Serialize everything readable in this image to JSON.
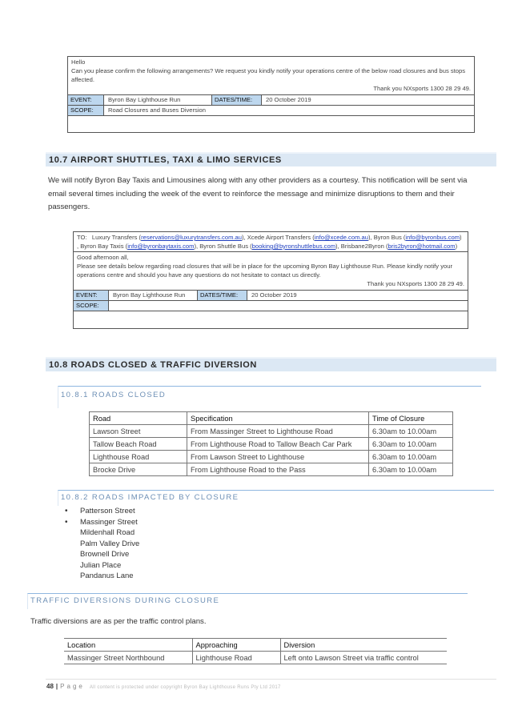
{
  "email_box_1": {
    "greeting": "Hello",
    "body": "Can you please confirm the following arrangements?  We request you kindly notify your operations centre of the below road closures and bus stops affected.",
    "thanks": "Thank you NXsports 1300 28 29 49.",
    "event_label": "EVENT:",
    "event_value": "Byron Bay Lighthouse Run",
    "dates_label": "DATES/TIME:",
    "dates_value": "20 October 2019",
    "scope_label": "SCOPE:",
    "scope_value": "Road Closures and Buses Diversion"
  },
  "section_10_7": {
    "heading": "10.7  AIRPORT SHUTTLES, TAXI & LIMO SERVICES",
    "paragraph": "We will notify Byron Bay Taxis and Limousines along with any other providers as a courtesy. This notification will be sent via email several times including the week of the event to reinforce the message and minimize disruptions to them and their passengers."
  },
  "email_box_2": {
    "to_label": "TO:",
    "recipients": [
      {
        "name": "Luxury Transfers",
        "email": "reservations@luxurytransfers.com.au"
      },
      {
        "name": "Xcede Airport Transfers",
        "email": "info@xcede.com.au"
      },
      {
        "name": "Byron Bus",
        "email": "info@byronbus.com"
      },
      {
        "name": "Byron Bay Taxis",
        "email": "info@byronbaytaxis.com"
      },
      {
        "name": "Byron Shuttle Bus",
        "email": "booking@byronshuttlebus.com"
      },
      {
        "name": "Brisbane2Byron",
        "email": "bris2byron@hotmail.com"
      }
    ],
    "greeting": "Good afternoon all,",
    "body": "Please see details below regarding road closures that will be in place for the upcoming Byron Bay Lighthouse Run.  Please kindly notify your operations centre and should you have any questions do not hesitate to contact us directly.",
    "thanks": "Thank you NXsports 1300 28 29 49.",
    "event_label": "EVENT:",
    "event_value": "Byron Bay Lighthouse Run",
    "dates_label": "DATES/TIME:",
    "dates_value": "20 October 2019",
    "scope_label": "SCOPE:",
    "scope_value": ""
  },
  "section_10_8": {
    "heading": "10.8  ROADS CLOSED & TRAFFIC DIVERSION",
    "sub_10_8_1": {
      "heading": "10.8.1  ROADS CLOSED",
      "columns": [
        "Road",
        "Specification",
        "Time of Closure"
      ],
      "rows": [
        [
          "Lawson Street",
          "From Massinger Street to Lighthouse Road",
          "6.30am to 10.00am"
        ],
        [
          "Tallow Beach Road",
          "From Lighthouse Road to Tallow Beach Car Park",
          "6.30am to 10.00am"
        ],
        [
          "Lighthouse Road",
          "From Lawson Street to Lighthouse",
          "6.30am to 10.00am"
        ],
        [
          "Brocke Drive",
          "From Lighthouse Road to the Pass",
          "6.30am to 10.00am"
        ]
      ]
    },
    "sub_10_8_2": {
      "heading": "10.8.2  ROADS IMPACTED BY CLOSURE",
      "items": [
        {
          "text": "Patterson Street",
          "bullet": true
        },
        {
          "text": "Massinger Street",
          "bullet": true
        },
        {
          "text": "Mildenhall Road",
          "bullet": false
        },
        {
          "text": "Palm Valley Drive",
          "bullet": false
        },
        {
          "text": "Brownell Drive",
          "bullet": false
        },
        {
          "text": "Julian Place",
          "bullet": false
        },
        {
          "text": "Pandanus Lane",
          "bullet": false
        }
      ]
    },
    "diversions": {
      "heading": "TRAFFIC DIVERSIONS DURING CLOSURE",
      "paragraph": "Traffic diversions are as per the traffic control plans.",
      "columns": [
        "Location",
        "Approaching",
        "Diversion"
      ],
      "rows": [
        [
          "Massinger Street Northbound",
          "Lighthouse Road",
          "Left onto Lawson Street via traffic control"
        ]
      ]
    }
  },
  "footer": {
    "page_number": "48",
    "separator": "|",
    "page_label": "Page",
    "copyright": "All content is protected under copyright Byron Bay Lighthouse Runs Pty Ltd 2017"
  },
  "colors": {
    "heading_bar": "#dce8f4",
    "label_cell": "#bdd7ee",
    "subheading_text": "#6d8fb5",
    "link": "#1f3fbf"
  }
}
